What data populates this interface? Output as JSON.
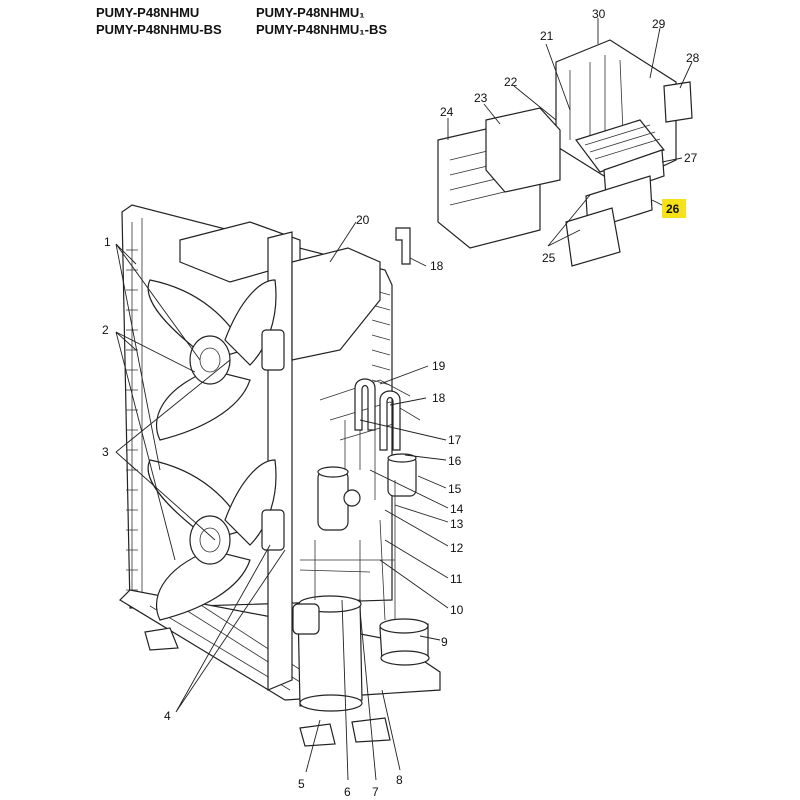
{
  "models": [
    "PUMY-P48NHMU",
    "PUMY-P48NHMU-BS",
    "PUMY-P48NHMU₁",
    "PUMY-P48NHMU₁-BS"
  ],
  "highlight_color": "#f5e21a",
  "callouts": [
    {
      "id": "1",
      "label": "1"
    },
    {
      "id": "2",
      "label": "2"
    },
    {
      "id": "3",
      "label": "3"
    },
    {
      "id": "4",
      "label": "4"
    },
    {
      "id": "5",
      "label": "5"
    },
    {
      "id": "6",
      "label": "6"
    },
    {
      "id": "7",
      "label": "7"
    },
    {
      "id": "8",
      "label": "8"
    },
    {
      "id": "9",
      "label": "9"
    },
    {
      "id": "10",
      "label": "10"
    },
    {
      "id": "11",
      "label": "11"
    },
    {
      "id": "12",
      "label": "12"
    },
    {
      "id": "13",
      "label": "13"
    },
    {
      "id": "14",
      "label": "14"
    },
    {
      "id": "15",
      "label": "15"
    },
    {
      "id": "16",
      "label": "16"
    },
    {
      "id": "17",
      "label": "17"
    },
    {
      "id": "18a",
      "label": "18"
    },
    {
      "id": "18b",
      "label": "18"
    },
    {
      "id": "19",
      "label": "19"
    },
    {
      "id": "20",
      "label": "20"
    },
    {
      "id": "21",
      "label": "21"
    },
    {
      "id": "22",
      "label": "22"
    },
    {
      "id": "23",
      "label": "23"
    },
    {
      "id": "24",
      "label": "24"
    },
    {
      "id": "25",
      "label": "25"
    },
    {
      "id": "26",
      "label": "26",
      "highlighted": true
    },
    {
      "id": "27",
      "label": "27"
    },
    {
      "id": "28",
      "label": "28"
    },
    {
      "id": "29",
      "label": "29"
    },
    {
      "id": "30",
      "label": "30"
    }
  ]
}
